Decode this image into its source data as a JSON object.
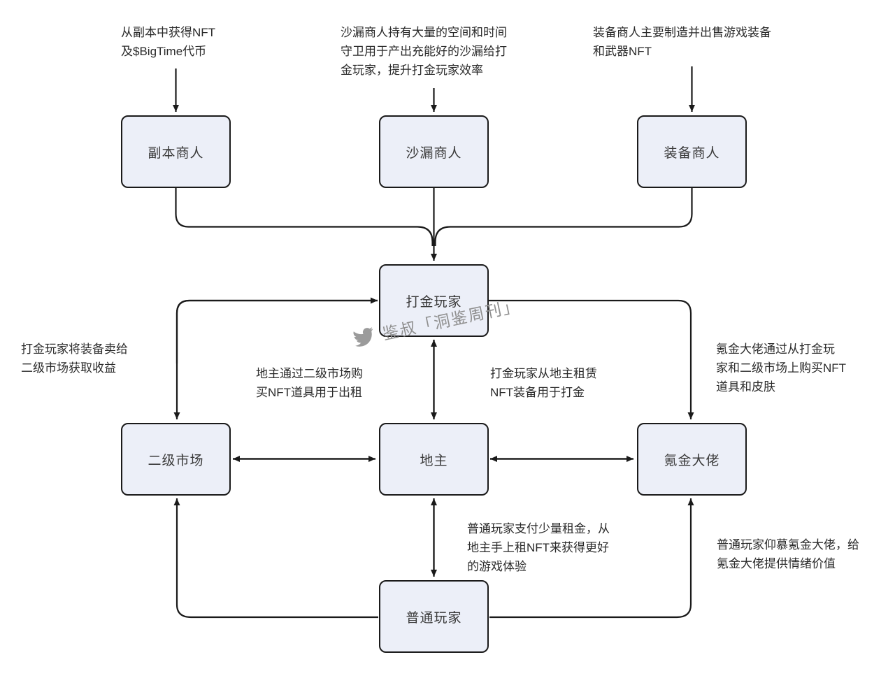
{
  "diagram_title": "BigTime game economy roles flowchart",
  "nodes": [
    {
      "id": "dungeon-merchant",
      "label": "副本商人"
    },
    {
      "id": "hourglass-merchant",
      "label": "沙漏商人"
    },
    {
      "id": "equipment-merchant",
      "label": "装备商人"
    },
    {
      "id": "gold-farmer",
      "label": "打金玩家"
    },
    {
      "id": "secondary-market",
      "label": "二级市场"
    },
    {
      "id": "landlord",
      "label": "地主"
    },
    {
      "id": "whale",
      "label": "氪金大佬"
    },
    {
      "id": "casual-player",
      "label": "普通玩家"
    }
  ],
  "annotations": [
    {
      "id": "dungeon-note",
      "text": "从副本中获得NFT\n及$BigTime代币"
    },
    {
      "id": "hourglass-note",
      "text": "沙漏商人持有大量的空间和时间\n守卫用于产出充能好的沙漏给打\n金玩家，提升打金玩家效率"
    },
    {
      "id": "equipment-note",
      "text": "装备商人主要制造并出售游戏装备\n和武器NFT"
    },
    {
      "id": "farmer-market-note",
      "text": "打金玩家将装备卖给\n二级市场获取收益"
    },
    {
      "id": "landlord-market-note",
      "text": "地主通过二级市场购\n买NFT道具用于出租"
    },
    {
      "id": "farmer-landlord-note",
      "text": "打金玩家从地主租赁\nNFT装备用于打金"
    },
    {
      "id": "whale-buy-note",
      "text": "氪金大佬通过从打金玩\n家和二级市场上购买NFT\n道具和皮肤"
    },
    {
      "id": "casual-landlord-note",
      "text": "普通玩家支付少量租金，从\n地主手上租NFT来获得更好\n的游戏体验"
    },
    {
      "id": "casual-whale-note",
      "text": "普通玩家仰慕氪金大佬，给\n氪金大佬提供情绪价值"
    }
  ],
  "edges": [
    {
      "from": "副本商人",
      "to": "打金玩家",
      "type": "one-way"
    },
    {
      "from": "沙漏商人",
      "to": "打金玩家",
      "type": "one-way"
    },
    {
      "from": "装备商人",
      "to": "打金玩家",
      "type": "one-way"
    },
    {
      "from": "二级市场",
      "to": "打金玩家",
      "type": "two-way"
    },
    {
      "from": "打金玩家",
      "to": "氪金大佬",
      "type": "one-way"
    },
    {
      "from": "打金玩家",
      "to": "地主",
      "type": "two-way"
    },
    {
      "from": "二级市场",
      "to": "地主",
      "type": "two-way"
    },
    {
      "from": "地主",
      "to": "氪金大佬",
      "type": "two-way"
    },
    {
      "from": "地主",
      "to": "普通玩家",
      "type": "two-way"
    },
    {
      "from": "普通玩家",
      "to": "二级市场",
      "type": "one-way"
    },
    {
      "from": "普通玩家",
      "to": "氪金大佬",
      "type": "one-way"
    }
  ],
  "watermark": {
    "icon": "twitter-bird-icon",
    "text": "鉴叔「洞鉴周刊」"
  },
  "colors": {
    "node_fill": "#ECEFF8",
    "node_border": "#1A1A1A",
    "arrow": "#1A1A1A",
    "text": "#2A2A2A",
    "watermark": "#8F8F8F",
    "background": "#FFFFFF"
  }
}
